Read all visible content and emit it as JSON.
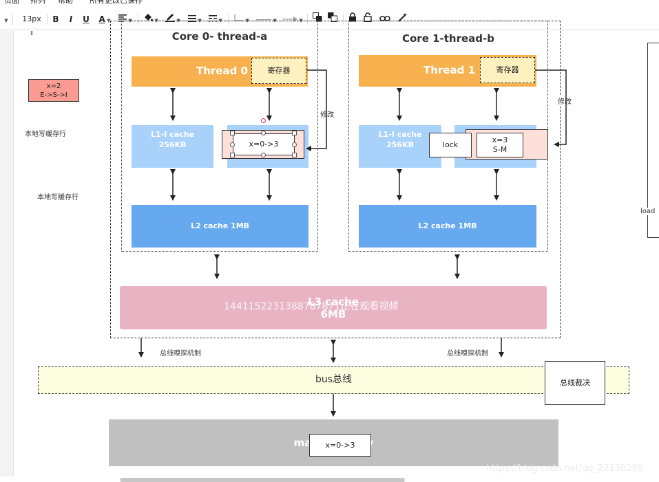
{
  "menubar": {
    "items": [
      "页面",
      "排列",
      "帮助",
      "所有更改已保存"
    ]
  },
  "toolbar": {
    "font_size": "13px",
    "bold": "B",
    "italic": "I",
    "underline": "U",
    "font_color": "A"
  },
  "left_note": {
    "text_line1": "x=2",
    "text_line2": "E->S->I"
  },
  "side_labels": {
    "label1": "本地写缓存行",
    "label2": "本地写缓存行"
  },
  "core0": {
    "title": "Core 0- thread-a",
    "thread": "Thread 0",
    "register": "寄存器",
    "l1i_line1": "L1-I cache",
    "l1i_line2": "256KB",
    "cache_value": "x=0->3",
    "l2": "L2 cache 1MB",
    "modify": "修改"
  },
  "core1": {
    "title": "Core 1-thread-b",
    "thread": "Thread 1",
    "register": "寄存器",
    "l1i_line1": "L1-I cache",
    "l1i_line2": "256KB",
    "lock": "lock",
    "cache_value_line1": "x=3",
    "cache_value_line2": "S-M",
    "l2": "L2 cache 1MB",
    "modify": "修改"
  },
  "l3": {
    "line1": "L3 cache",
    "line2": "6MB",
    "overlay": "1441152231388787871正在观看视频"
  },
  "bus": {
    "label": "bus总线",
    "snoop_left": "总线嗅探机制",
    "snoop_right": "总线嗅探机制",
    "arbitration": "总线裁决"
  },
  "memory": {
    "label": "main memory",
    "value": "x=0->3"
  },
  "right_edge": {
    "label": "load"
  },
  "watermark": "https://blog.csdn.net/qq_22130209",
  "colors": {
    "thread_orange": "#f7b24f",
    "l1_light_blue": "#a9d2fa",
    "l2_blue": "#67a9ee",
    "l3_pink": "#e8b4c4",
    "bus_yellow": "#fdfde0",
    "memory_gray": "#c0c0c0",
    "note_red": "#fa9c92"
  }
}
